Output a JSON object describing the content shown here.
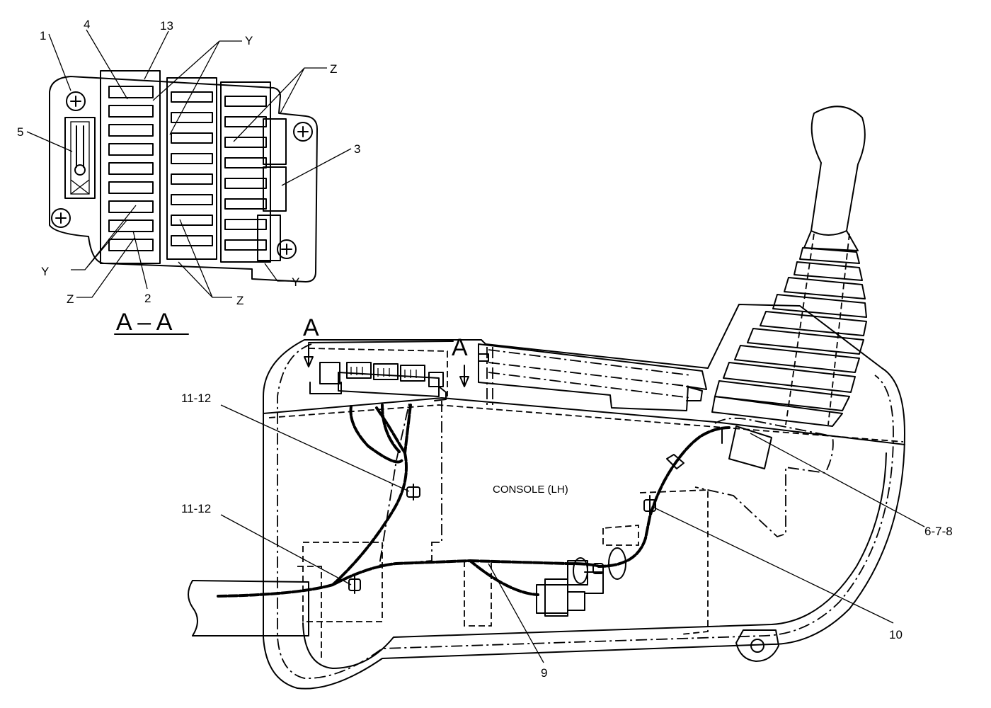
{
  "section_view": {
    "title": "A – A",
    "callouts": {
      "c1": "1",
      "c4": "4",
      "c13": "13",
      "c5": "5",
      "c3": "3",
      "c2": "2",
      "y_top": "Y",
      "z_top": "Z",
      "y_left": "Y",
      "z_left": "Z",
      "z_bottom": "Z",
      "y_right": "Y"
    }
  },
  "main_view": {
    "section_marker_left": "A",
    "section_marker_right": "A",
    "console_label": "CONSOLE  (LH)",
    "callouts": {
      "c11_12_upper": "11-12",
      "c11_12_lower": "11-12",
      "c6_7_8": "6-7-8",
      "c10": "10",
      "c9": "9"
    }
  }
}
